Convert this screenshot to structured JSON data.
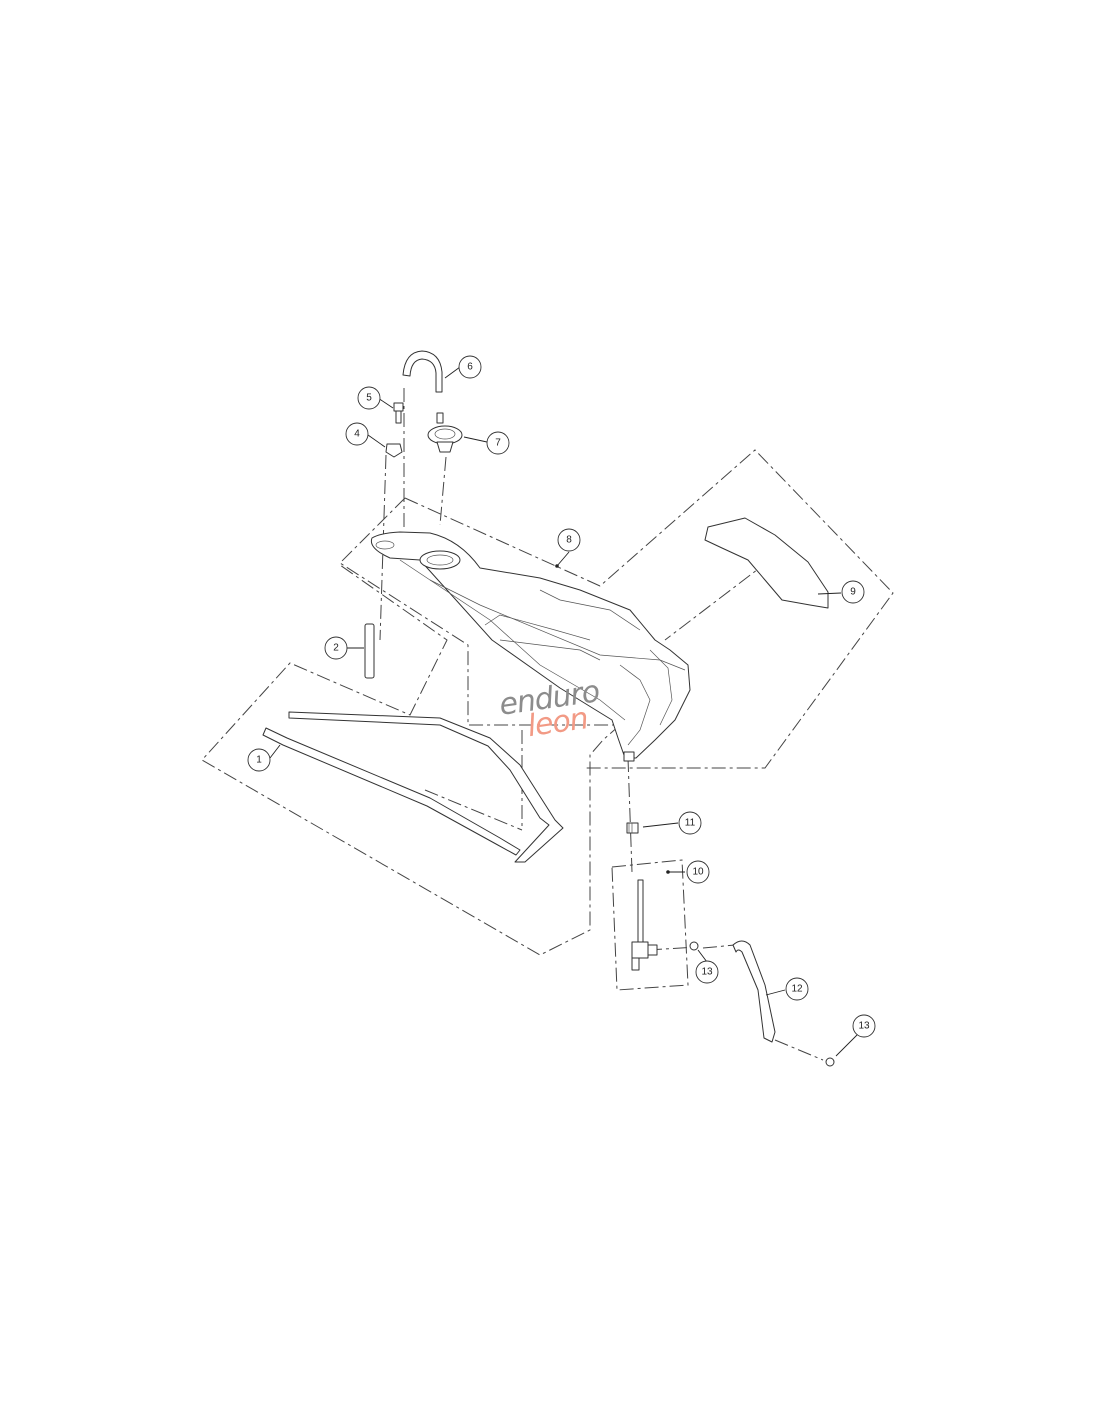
{
  "diagram": {
    "callouts": [
      "1",
      "2",
      "4",
      "5",
      "6",
      "7",
      "8",
      "9",
      "10",
      "11",
      "12",
      "13",
      "13"
    ],
    "watermark": {
      "line1": "enduro",
      "line2": "leon"
    },
    "colors": {
      "line": "#333333",
      "watermark_gray": "#8c8c8c",
      "watermark_pink": "#f29a85",
      "background": "#ffffff"
    }
  }
}
